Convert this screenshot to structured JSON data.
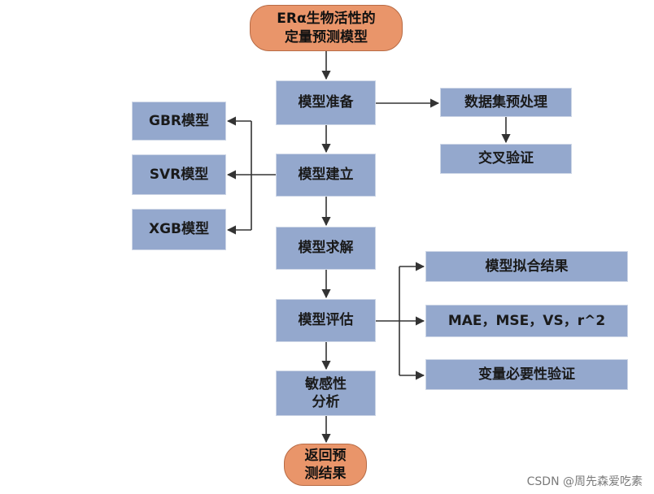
{
  "diagram": {
    "nodes": {
      "start": "ERα生物活性的\n定量预测模型",
      "prep": "模型准备",
      "preprocess": "数据集预处理",
      "cv": "交叉验证",
      "build": "模型建立",
      "gbr": "GBR模型",
      "svr": "SVR模型",
      "xgb": "XGB模型",
      "solve": "模型求解",
      "evaluate": "模型评估",
      "fit": "模型拟合结果",
      "metrics": "MAE，MSE，VS，r^2",
      "varcheck": "变量必要性验证",
      "sensitivity": "敏感性\n分析",
      "end": "返回预\n测结果"
    },
    "watermark": "CSDN @周先森爱吃素"
  }
}
